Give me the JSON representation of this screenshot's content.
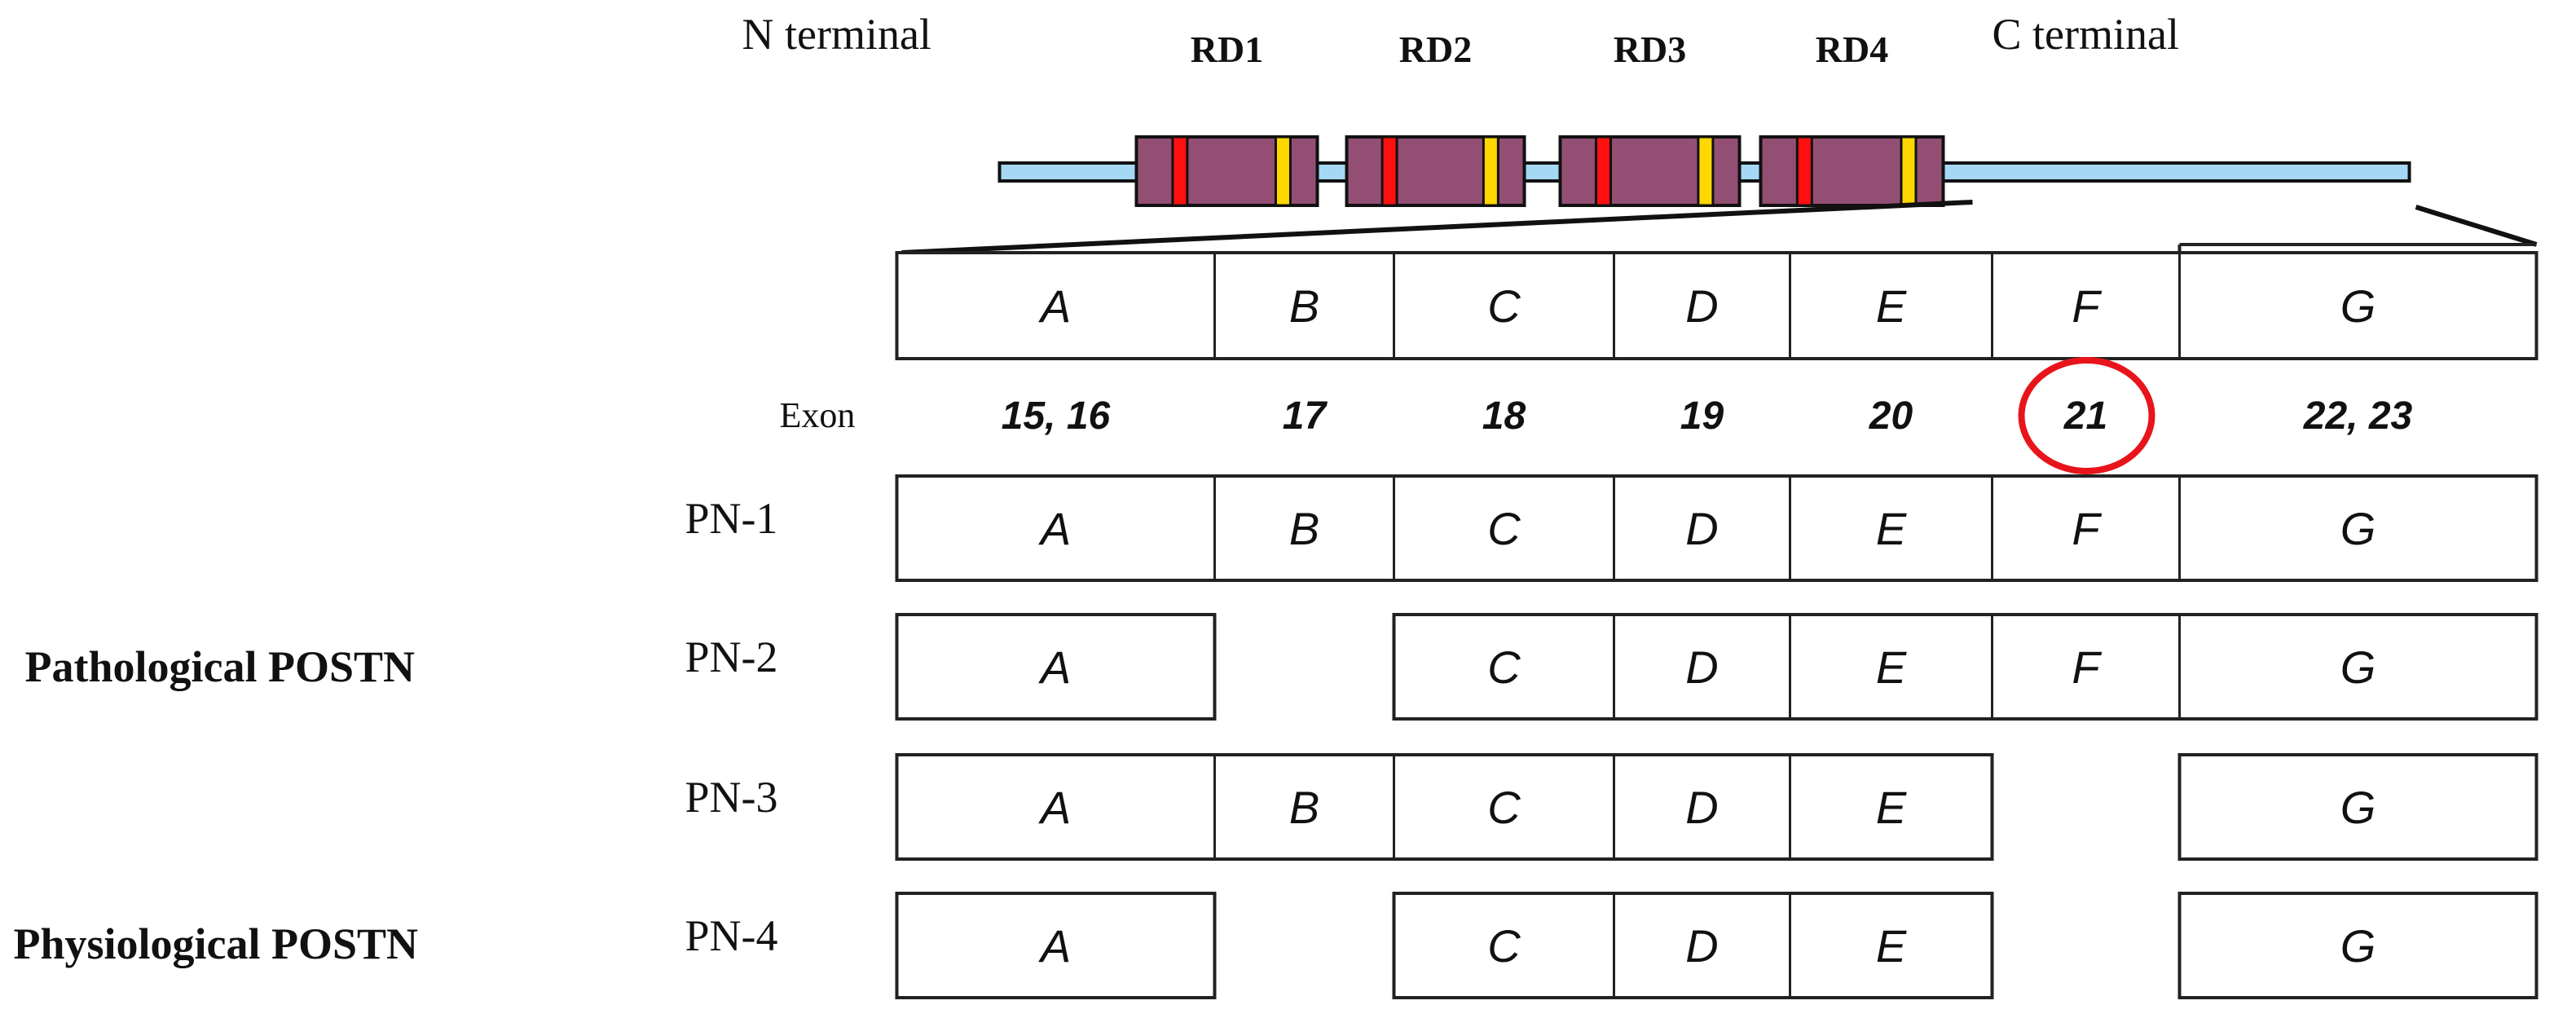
{
  "protein": {
    "n_terminal": "N terminal",
    "c_terminal": "C terminal",
    "domains": [
      "RD1",
      "RD2",
      "RD3",
      "RD4"
    ],
    "colors": {
      "backbone": "#a5d8f5",
      "domain": "#934f73",
      "red_band": "#ff1010",
      "yellow_band": "#ffd700"
    }
  },
  "exon_map": {
    "segments": [
      "A",
      "B",
      "C",
      "D",
      "E",
      "F",
      "G"
    ],
    "exon_label": "Exon",
    "exons": [
      "15, 16",
      "17",
      "18",
      "19",
      "20",
      "21",
      "22, 23"
    ],
    "highlighted_exon": "21",
    "highlight_color": "#e8141b"
  },
  "groups": {
    "pathological": "Pathological POSTN",
    "physiological": "Physiological POSTN"
  },
  "isoforms": [
    {
      "name": "PN-1",
      "segments": [
        "A",
        "B",
        "C",
        "D",
        "E",
        "F",
        "G"
      ]
    },
    {
      "name": "PN-2",
      "segments": [
        "A",
        "C",
        "D",
        "E",
        "F",
        "G"
      ]
    },
    {
      "name": "PN-3",
      "segments": [
        "A",
        "B",
        "C",
        "D",
        "E",
        "G"
      ]
    },
    {
      "name": "PN-4",
      "segments": [
        "A",
        "C",
        "D",
        "E",
        "G"
      ]
    }
  ]
}
